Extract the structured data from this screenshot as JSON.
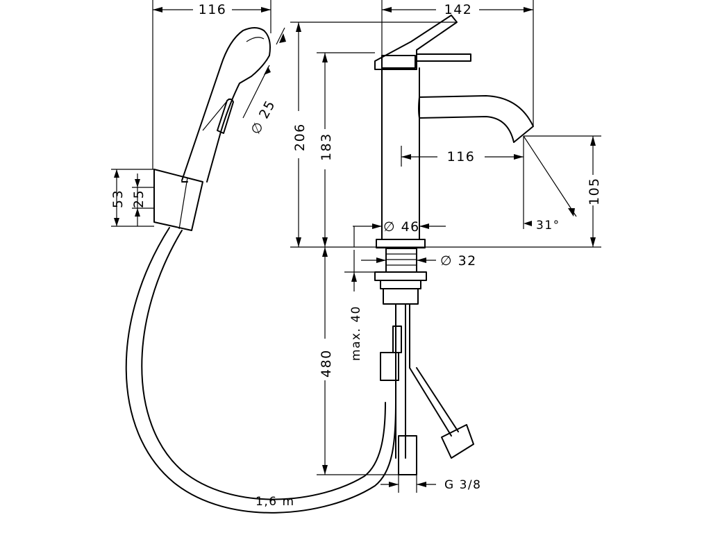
{
  "dimensions": {
    "shower_width": "116",
    "shower_head_diameter": "∅ 25",
    "holder_height": "53",
    "holder_width": "25",
    "hose_length": "1,6 m",
    "total_height": "206",
    "spout_height": "183",
    "projection": "142",
    "spout_reach": "116",
    "outlet_height": "105",
    "outlet_angle": "31°",
    "body_diameter": "∅ 46",
    "thread_diameter": "∅ 32",
    "max_thickness": "max. 40",
    "supply_length": "480",
    "connection": "G 3/8"
  }
}
